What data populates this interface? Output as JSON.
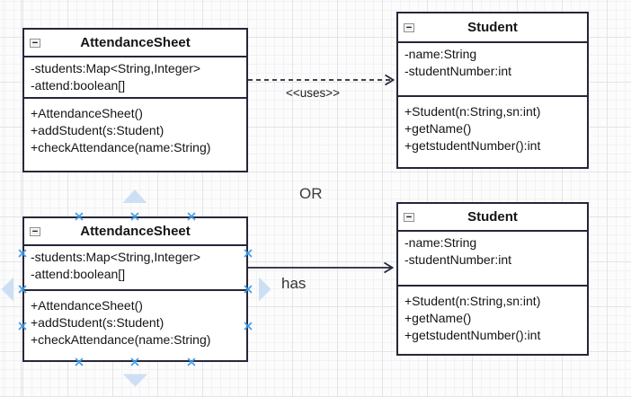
{
  "canvas": {
    "or_label": "OR"
  },
  "icons": {
    "collapse_glyph": "−"
  },
  "colors": {
    "stroke": "#26263a",
    "connection_point": "#3d9bea",
    "direction_hint": "#cddff4"
  },
  "classes": [
    {
      "title": "AttendanceSheet",
      "attributes": [
        "-students:Map<String,Integer>",
        "-attend:boolean[]"
      ],
      "methods": [
        "+AttendanceSheet()",
        "+addStudent(s:Student)",
        "+checkAttendance(name:String)"
      ]
    },
    {
      "title": "Student",
      "attributes": [
        "-name:String",
        "-studentNumber:int"
      ],
      "methods": [
        "+Student(n:String,sn:int)",
        "+getName()",
        "+getstudentNumber():int"
      ]
    },
    {
      "title": "AttendanceSheet",
      "attributes": [
        "-students:Map<String,Integer>",
        "-attend:boolean[]"
      ],
      "methods": [
        "+AttendanceSheet()",
        "+addStudent(s:Student)",
        "+checkAttendance(name:String)"
      ]
    },
    {
      "title": "Student",
      "attributes": [
        "-name:String",
        "-studentNumber:int"
      ],
      "methods": [
        "+Student(n:String,sn:int)",
        "+getName()",
        "+getstudentNumber():int"
      ]
    }
  ],
  "connectors": [
    {
      "label": "<<uses>>",
      "style": "dashed"
    },
    {
      "label": "has",
      "style": "solid"
    }
  ]
}
